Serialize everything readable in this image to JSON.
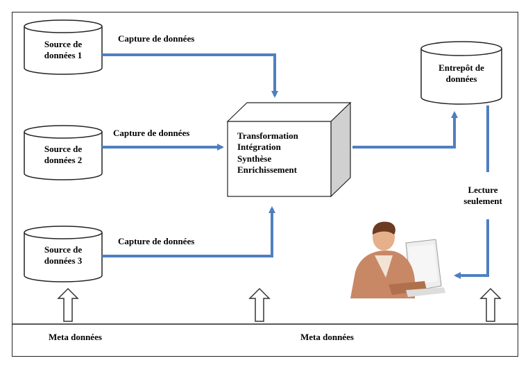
{
  "sources": [
    {
      "line1": "Source de",
      "line2": "données 1"
    },
    {
      "line1": "Source de",
      "line2": "données 2"
    },
    {
      "line1": "Source de",
      "line2": "données 3"
    }
  ],
  "capture_labels": [
    "Capture de données",
    "Capture de données",
    "Capture de données"
  ],
  "process_box": {
    "lines": [
      "Transformation",
      "Intégration",
      "Synthèse",
      "Enrichissement"
    ]
  },
  "warehouse": {
    "line1": "Entrepôt de",
    "line2": "données"
  },
  "read_only": {
    "line1": "Lecture",
    "line2": "seulement"
  },
  "metadata_labels": [
    "Meta données",
    "Meta données"
  ],
  "colors": {
    "arrow": "#4f7fc0",
    "cube_side": "#d0d0d0"
  }
}
